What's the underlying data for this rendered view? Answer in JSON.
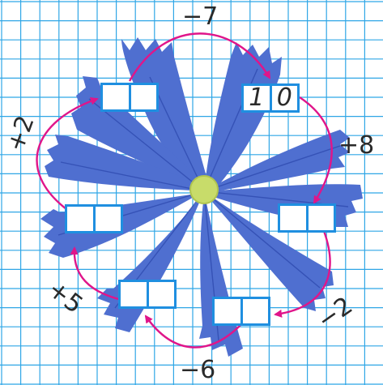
{
  "colors": {
    "grid_line": "#2fa6e6",
    "petal": "#4f6fd0",
    "petal_vein": "#2f4bb0",
    "center": "#c8dc6a",
    "arrow": "#e0158a",
    "box_border": "#1f8fe0"
  },
  "boxes": [
    {
      "id": "top-left",
      "tens": "",
      "ones": ""
    },
    {
      "id": "top-right",
      "tens": "1",
      "ones": "0"
    },
    {
      "id": "right",
      "tens": "",
      "ones": ""
    },
    {
      "id": "bottom-right",
      "tens": "",
      "ones": ""
    },
    {
      "id": "bottom-left",
      "tens": "",
      "ones": ""
    },
    {
      "id": "left",
      "tens": "",
      "ones": ""
    }
  ],
  "operations": {
    "top": "−7",
    "right": "+8",
    "bottom_right": "−2",
    "bottom": "−6",
    "bottom_left": "+5",
    "left": "+2"
  }
}
